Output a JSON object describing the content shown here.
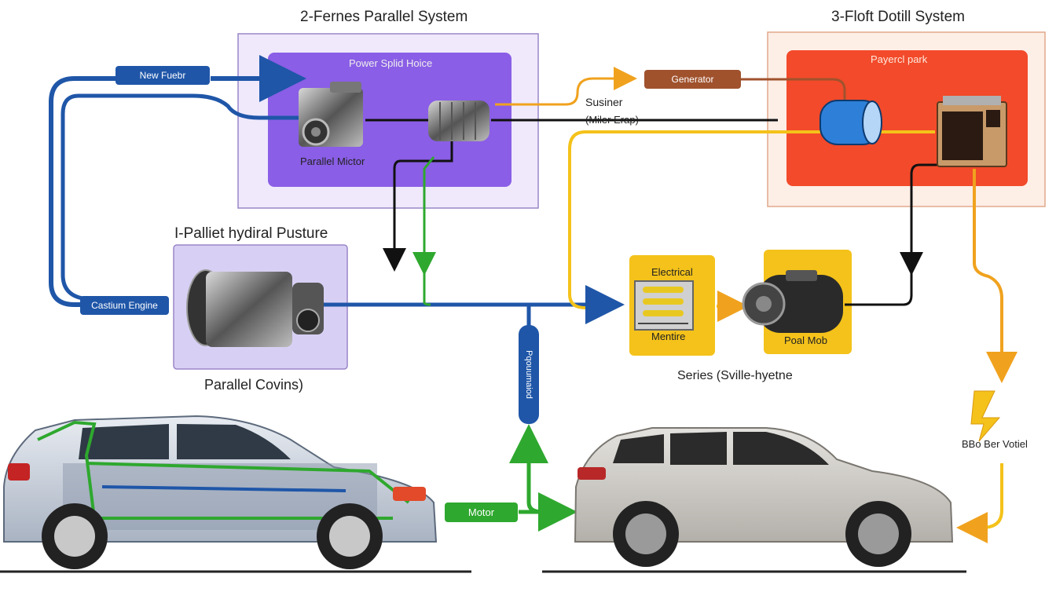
{
  "sections": {
    "s2_title": "2-Fernes Parallel System",
    "s3_title": "3-Floft Dotill System",
    "s1_title": "I-Palliet hydiral Pusture"
  },
  "power_split": {
    "label": "Power Splid Hoice",
    "engine_label": "Parallel Mictor"
  },
  "series_box": {
    "label": "Payercl park"
  },
  "tags": {
    "new_fuel": "New Fuebr",
    "generator": "Generator",
    "castium_engine": "Castium Engine",
    "motor": "Motor",
    "vertical": "Pqouumaiod"
  },
  "texts": {
    "susiner": "Susiner",
    "miler_erap": "(Miler Erap)",
    "parallel_covins": "Parallel Covins)",
    "series_sub": "Series (Sville-hyetne",
    "bbo": "BBo Ber Votiel"
  },
  "electric": {
    "top": "Electrical",
    "bottom": "Mentire"
  },
  "poal": {
    "label": "Poal Mob"
  },
  "colors": {
    "blue": "#1f56a8",
    "green": "#2ea82e",
    "orange": "#f0a21e",
    "black": "#111111",
    "purple_panel": "#8a5ee6",
    "red_panel": "#f24a2a",
    "yellow_panel": "#f4c21a"
  }
}
